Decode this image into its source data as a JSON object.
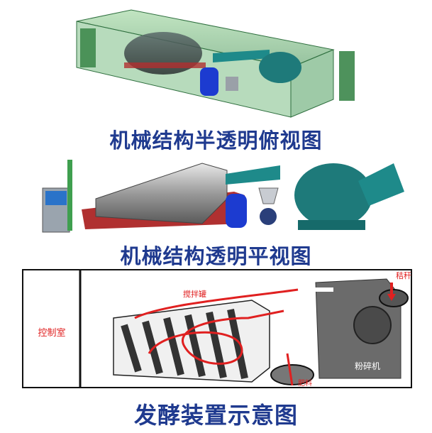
{
  "captions": {
    "top_view": "机械结构半透明俯视图",
    "side_view": "机械结构透明平视图",
    "schematic": "发酵装置示意图"
  },
  "schematic_labels": {
    "control_room": "控制室",
    "mixing_tank": "搅拌罐",
    "straw": "秸秆",
    "crusher": "粉碎机",
    "fertilizer": "肥料"
  },
  "colors": {
    "caption": "#1f3a8f",
    "label_red": "#e02020",
    "container_green": "#3f8f4f",
    "teal": "#1e8a8a",
    "frame_red": "#b03030"
  }
}
